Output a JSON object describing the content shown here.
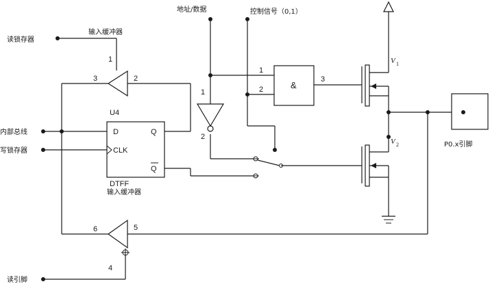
{
  "labels": {
    "read_latch": "读锁存器",
    "input_buffer_top": "输入缓冲器",
    "internal_bus": "内部总线",
    "write_latch": "写锁存器",
    "read_pin": "读引脚",
    "addr_data": "地址/数据",
    "control_signal": "控制信号（0,1）",
    "output_pin": "P0.x引脚",
    "input_buffer_bottom": "输入缓冲器",
    "chip_u4": "U4",
    "dtff": "DTFF",
    "d_pin": "D",
    "q_pin": "Q",
    "clk_pin": "CLK",
    "qbar_pin": "Q",
    "and_symbol": "&",
    "v1": "V",
    "v1_sub": "1",
    "v2": "V",
    "v2_sub": "2"
  },
  "pin_numbers": {
    "buf_top_1": "1",
    "buf_top_2": "2",
    "buf_top_3": "3",
    "buf_bot_4": "4",
    "buf_bot_5": "5",
    "buf_bot_6": "6",
    "inv_1": "1",
    "inv_2": "2",
    "and_1": "1",
    "and_2": "2",
    "and_3": "3"
  }
}
